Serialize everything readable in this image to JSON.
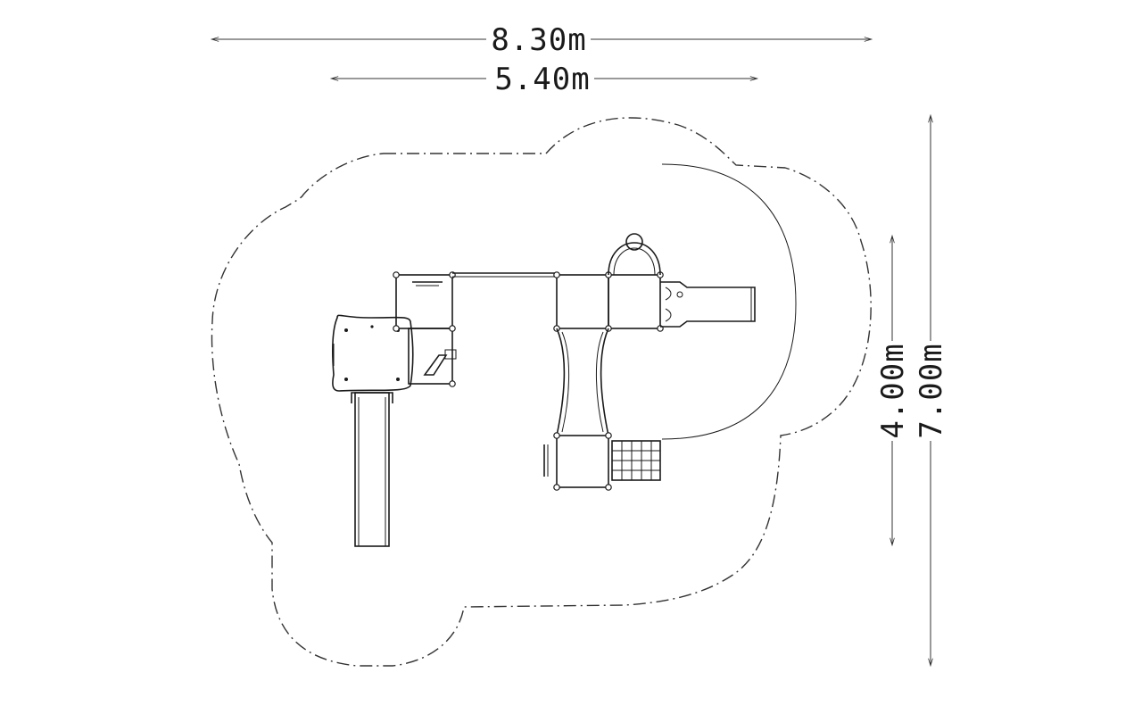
{
  "dimensions": {
    "overall_width": "8.30m",
    "equipment_width": "5.40m",
    "equipment_depth": "4.00m",
    "overall_depth": "7.00m"
  }
}
